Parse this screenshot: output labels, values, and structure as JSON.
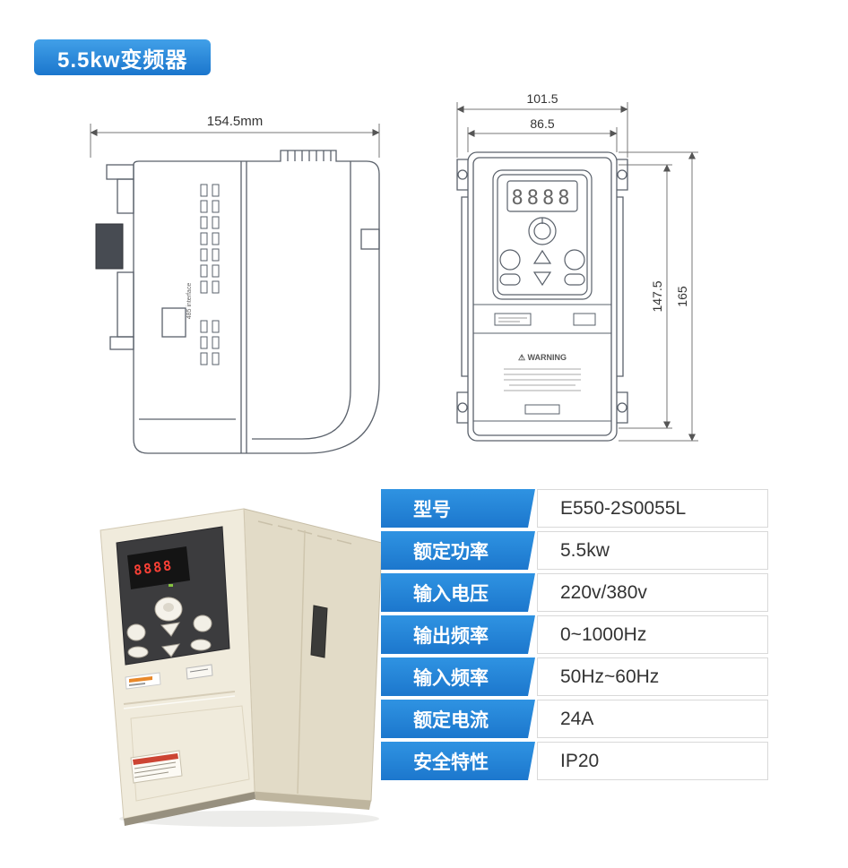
{
  "badge": {
    "label": "5.5kw变频器"
  },
  "drawings": {
    "side_view": {
      "width": "154.5mm",
      "port_label": "485 interface"
    },
    "front_view": {
      "outer_width": "101.5",
      "body_width": "86.5",
      "inner_height": "147.5",
      "outer_height": "165",
      "display": "8888",
      "warning": "⚠ WARNING"
    }
  },
  "photo": {
    "display": "8888"
  },
  "specs": [
    {
      "label": "型号",
      "value": "E550-2S0055L"
    },
    {
      "label": "额定功率",
      "value": "5.5kw"
    },
    {
      "label": "输入电压",
      "value": "220v/380v"
    },
    {
      "label": "输出频率",
      "value": "0~1000Hz"
    },
    {
      "label": "输入频率",
      "value": "50Hz~60Hz"
    },
    {
      "label": "额定电流",
      "value": "24A"
    },
    {
      "label": "安全特性",
      "value": "IP20"
    }
  ]
}
